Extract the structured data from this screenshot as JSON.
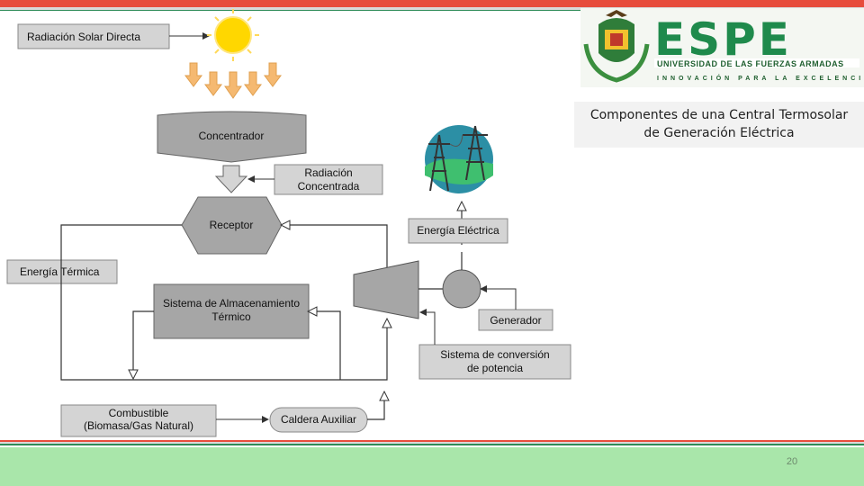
{
  "slide": {
    "caption_line1": "Componentes de una Central Termosolar",
    "caption_line2": "de Generación Eléctrica",
    "page_number": "20"
  },
  "logo": {
    "name": "ESPE",
    "subtitle": "UNIVERSIDAD DE LAS FUERZAS ARMADAS",
    "tagline": "INNOVACIÓN PARA LA EXCELENCIA"
  },
  "diagram": {
    "radiacion_solar": "Radiación Solar Directa",
    "concentrador": "Concentrador",
    "radiacion_concentrada_1": "Radiación",
    "radiacion_concentrada_2": "Concentrada",
    "receptor": "Receptor",
    "energia_termica": "Energía Térmica",
    "almacenamiento_1": "Sistema de Almacenamiento",
    "almacenamiento_2": "Térmico",
    "energia_electrica": "Energía Eléctrica",
    "generador": "Generador",
    "conversion_1": "Sistema de conversión",
    "conversion_2": "de potencia",
    "combustible_1": "Combustible",
    "combustible_2": "(Biomasa/Gas Natural)",
    "caldera": "Caldera Auxiliar"
  },
  "colors": {
    "box_fill": "#d4d4d4",
    "shape_fill": "#a6a6a6",
    "arrow_orange": "#f5b971",
    "sun": "#ffd700",
    "top_red": "#e74c3c",
    "footer_green": "#a9e6aa",
    "espe_green": "#1f8a4c"
  }
}
